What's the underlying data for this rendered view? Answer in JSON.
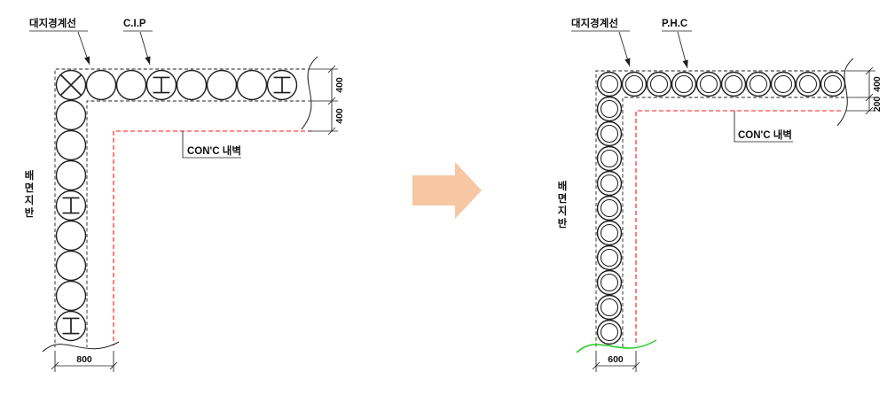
{
  "colors": {
    "line": "#1f1f1f",
    "red_dashed": "#ff1414",
    "green_break": "#33cc33",
    "arrow_fill": "#f7c6a2"
  },
  "left_diagram": {
    "labels": {
      "boundary": "대지경계선",
      "pile": "C.I.P",
      "wall": "CON'C 내벽",
      "soil": "배면지반"
    },
    "dimensions": {
      "wall_thickness": "400",
      "wall_offset": "400",
      "bottom_width": "800"
    },
    "pile_type": "cip",
    "pile_count_top": 8,
    "pile_count_side": 9,
    "h_pile_positions_top": [
      3,
      7
    ],
    "h_pile_positions_side": [
      4,
      8
    ]
  },
  "right_diagram": {
    "labels": {
      "boundary": "대지경계선",
      "pile": "P.H.C",
      "wall": "CON'C 내벽",
      "soil": "배면지반"
    },
    "dimensions": {
      "wall_thickness": "400",
      "wall_offset": "200",
      "bottom_width": "600"
    },
    "pile_type": "phc",
    "pile_count_top": 10,
    "pile_count_side": 11
  }
}
